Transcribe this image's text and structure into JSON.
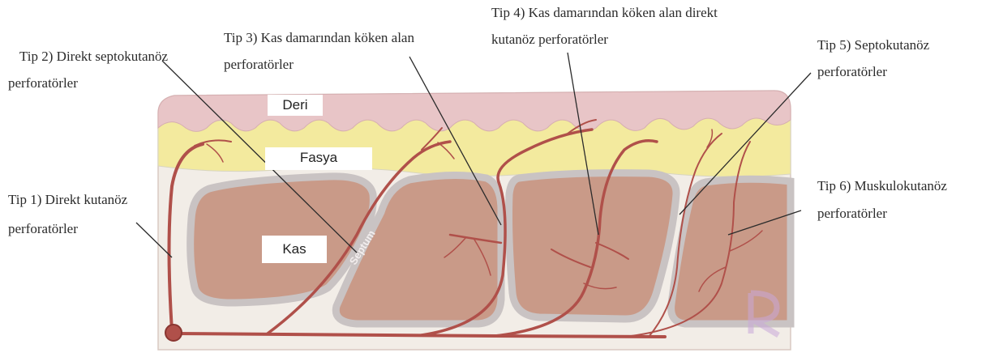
{
  "layers": {
    "skin": "Deri",
    "fascia": "Fasya",
    "muscle": "Kas",
    "septum": "Septum"
  },
  "labels": {
    "tip1": {
      "line1": "Tip 1) Direkt kutanöz",
      "line2": "perforatörler"
    },
    "tip2": {
      "line1": "Tip 2) Direkt septokutanöz",
      "line2": "perforatörler"
    },
    "tip3": {
      "line1": "Tip 3) Kas damarından köken alan",
      "line2": "perforatörler"
    },
    "tip4": {
      "line1": "Tip 4) Kas damarından köken alan direkt",
      "line2": "kutanöz perforatörler"
    },
    "tip5": {
      "line1": "Tip 5) Septokutanöz",
      "line2": "perforatörler"
    },
    "tip6": {
      "line1": "Tip 6) Muskulokutanöz",
      "line2": "perforatörler"
    }
  },
  "colors": {
    "skin": "#e8c5c7",
    "fat": "#f3ea9e",
    "fascia": "#f2ede7",
    "muscle": "#c99a88",
    "muscle_border": "#c9c3c3",
    "vessel": "#b0504a",
    "leader": "#2b2b2b"
  }
}
